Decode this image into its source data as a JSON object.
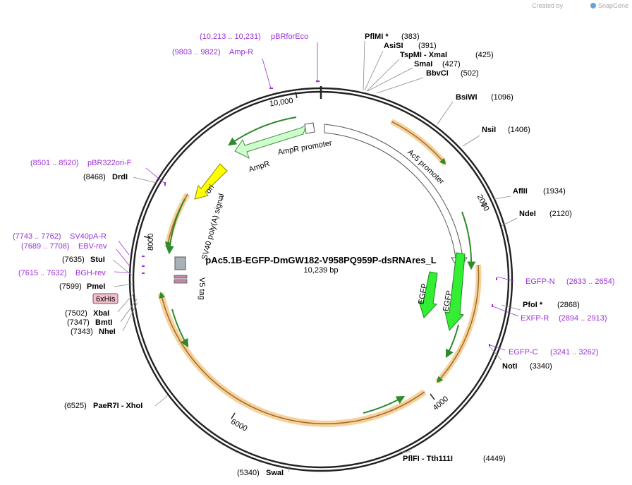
{
  "credit": {
    "prefix": "Created by",
    "brand": "SnapGene"
  },
  "plasmid": {
    "name": "pAc5.1B-EGFP-DmGW182-V958PQ959P-dsRNAres_L",
    "size_label": "10,239 bp",
    "length_bp": 10239
  },
  "colors": {
    "enzyme": "#000000",
    "primer": "#9b30d9",
    "feature_green": "#33ee33",
    "feature_yellow": "#ffff00",
    "orf_highlight": "#f6c98a",
    "orf_arrow": "#2d8a2d",
    "promoter": "#ffffff",
    "ampr_fill": "#ccffcc"
  },
  "ruler": {
    "labels": [
      {
        "text": "2000",
        "bp": 2000
      },
      {
        "text": "4000",
        "bp": 4000
      },
      {
        "text": "6000",
        "bp": 6000
      },
      {
        "text": "8000",
        "bp": 8000
      },
      {
        "text": "10,000",
        "bp": 10000
      }
    ]
  },
  "features": [
    {
      "label": "AmpR promoter",
      "type": "promoter"
    },
    {
      "label": "AmpR",
      "type": "gene"
    },
    {
      "label": "ori",
      "type": "rep_origin"
    },
    {
      "label": "Ac5 promoter",
      "type": "promoter"
    },
    {
      "label": "EGFP",
      "type": "cds"
    },
    {
      "label": "EGFP",
      "type": "cds"
    },
    {
      "label": "SV40 poly(A) signal",
      "type": "terminator"
    },
    {
      "label": "V5 tag",
      "type": "tag"
    },
    {
      "label": "6xHis",
      "type": "tag"
    }
  ],
  "enzymes": [
    {
      "name": "PflMI *",
      "pos": "(383)"
    },
    {
      "name": "AsiSI",
      "pos": "(391)"
    },
    {
      "name": "TspMI - XmaI",
      "pos": "(425)"
    },
    {
      "name": "SmaI",
      "pos": "(427)"
    },
    {
      "name": "BbvCI",
      "pos": "(502)"
    },
    {
      "name": "BsiWI",
      "pos": "(1096)"
    },
    {
      "name": "NsiI",
      "pos": "(1406)"
    },
    {
      "name": "AflII",
      "pos": "(1934)"
    },
    {
      "name": "NdeI",
      "pos": "(2120)"
    },
    {
      "name": "PfoI *",
      "pos": "(2868)"
    },
    {
      "name": "NotI",
      "pos": "(3340)"
    },
    {
      "name": "PflFI - Tth111I",
      "pos": "(4449)"
    },
    {
      "name": "SwaI",
      "pos": "(5340)"
    },
    {
      "name": "PaeR7I - XhoI",
      "pos": "(6525)"
    },
    {
      "name": "NheI",
      "pos": "(7343)"
    },
    {
      "name": "BmtI",
      "pos": "(7347)"
    },
    {
      "name": "XbaI",
      "pos": "(7502)"
    },
    {
      "name": "PmeI",
      "pos": "(7599)"
    },
    {
      "name": "StuI",
      "pos": "(7635)"
    },
    {
      "name": "DrdI",
      "pos": "(8468)"
    }
  ],
  "primers": [
    {
      "name": "pBRforEco",
      "range": "(10,213 .. 10,231)"
    },
    {
      "name": "Amp-R",
      "range": "(9803 .. 9822)"
    },
    {
      "name": "pBR322ori-F",
      "range": "(8501 .. 8520)"
    },
    {
      "name": "SV40pA-R",
      "range": "(7743 .. 7762)"
    },
    {
      "name": "EBV-rev",
      "range": "(7689 .. 7708)"
    },
    {
      "name": "BGH-rev",
      "range": "(7615 .. 7632)"
    },
    {
      "name": "EGFP-N",
      "range": "(2633 .. 2654)"
    },
    {
      "name": "EXFP-R",
      "range": "(2894 .. 2913)"
    },
    {
      "name": "EGFP-C",
      "range": "(3241 .. 3262)"
    }
  ]
}
